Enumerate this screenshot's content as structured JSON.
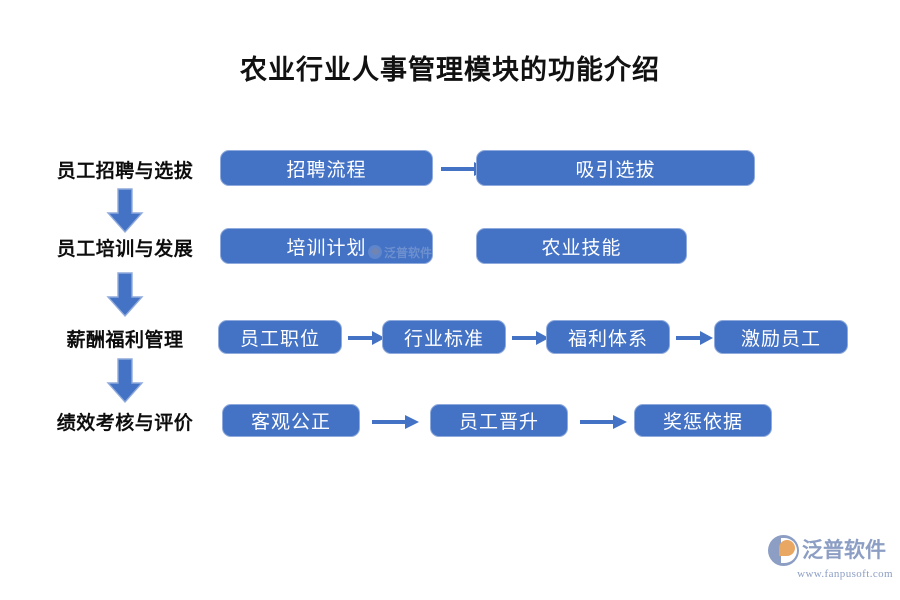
{
  "page": {
    "title": "农业行业人事管理模块的功能介绍",
    "background_color": "#ffffff"
  },
  "theme": {
    "box_fill": "#4472C4",
    "box_border": "#8FAADC",
    "box_text": "#FFFFFF",
    "arrow_color": "#4472C4",
    "label_text": "#0D0D0D",
    "logo_color": "#8C9EC4",
    "logo_accent": "#E8A763"
  },
  "diagram": {
    "rows": [
      {
        "stage_label": "员工招聘与选拔",
        "nodes": [
          {
            "label": "招聘流程"
          },
          {
            "label": "吸引选拔"
          }
        ],
        "connectors": [
          "arrow-right"
        ]
      },
      {
        "stage_label": "员工培训与发展",
        "nodes": [
          {
            "label": "培训计划"
          },
          {
            "label": "农业技能"
          }
        ],
        "connectors": []
      },
      {
        "stage_label": "薪酬福利管理",
        "nodes": [
          {
            "label": "员工职位"
          },
          {
            "label": "行业标准"
          },
          {
            "label": "福利体系"
          },
          {
            "label": "激励员工"
          }
        ],
        "connectors": [
          "arrow-right",
          "arrow-right",
          "arrow-right"
        ]
      },
      {
        "stage_label": "绩效考核与评价",
        "nodes": [
          {
            "label": "客观公正"
          },
          {
            "label": "员工晋升"
          },
          {
            "label": "奖惩依据"
          }
        ],
        "connectors": [
          "arrow-right",
          "arrow-right"
        ]
      }
    ],
    "stage_connectors": [
      "arrow-down",
      "arrow-down",
      "arrow-down"
    ]
  },
  "watermark": {
    "text": "泛普软件"
  },
  "logo": {
    "name": "泛普软件",
    "url": "www.fanpusoft.com"
  }
}
